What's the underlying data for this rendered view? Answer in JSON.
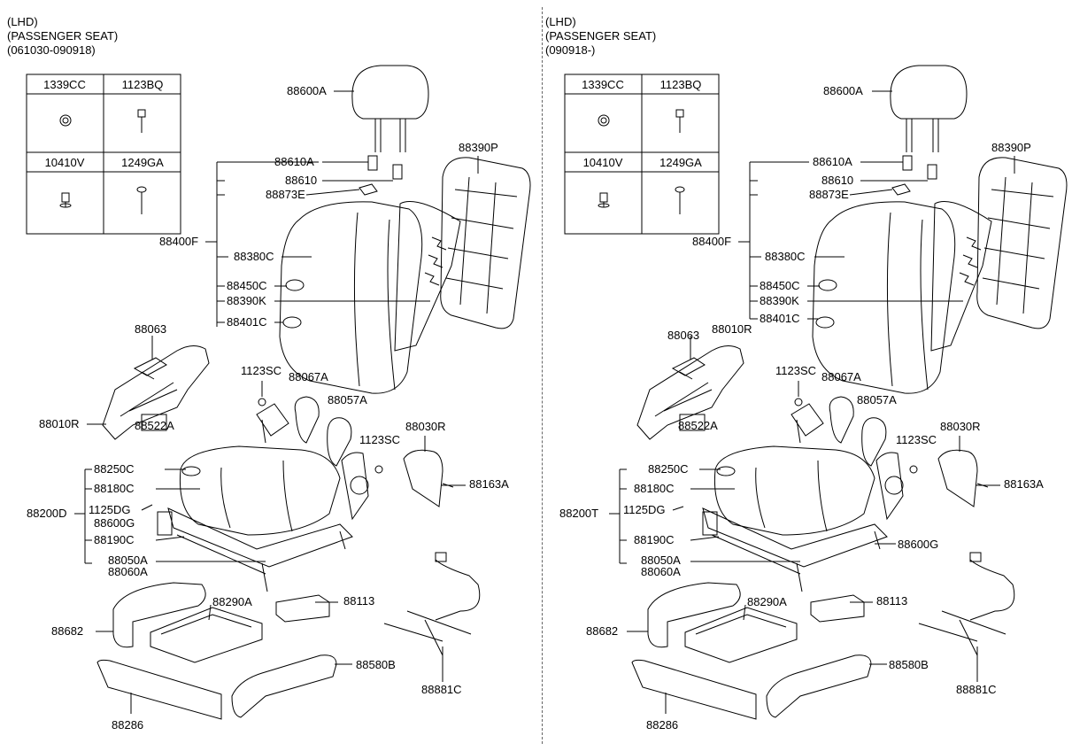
{
  "panels": [
    {
      "header": [
        "(LHD)",
        "(PASSENGER SEAT)",
        "(061030-090918)"
      ],
      "fasteners": [
        "1339CC",
        "1123BQ",
        "10410V",
        "1249GA"
      ],
      "labels": {
        "headrest": "88600A",
        "guide_a": "88610A",
        "guide": "88610",
        "clip": "88873E",
        "back_assy": "88400F",
        "back_cover": "88380C",
        "back_pad": "88450C",
        "back_heater": "88390K",
        "back_frame_sub": "88401C",
        "back_board": "88390P",
        "console": "88063",
        "side_cover": "88010R",
        "bracket": "88522A",
        "bolt1": "1123SC",
        "hinge_cover": "88067A",
        "recliner_cover": "88057A",
        "bolt2": "1123SC",
        "shield": "88030R",
        "screw": "88163A",
        "cushion_assy": "88200D",
        "cushion_cover": "88250C",
        "cushion_pad": "88180C",
        "bolt3": "1125DG",
        "track": "88600G",
        "heater": "88190C",
        "adjuster_a": "88050A",
        "adjuster_b": "88060A",
        "side_shield": "88682",
        "tray": "88290A",
        "bracket2": "88113",
        "front_trim": "88286",
        "side_trim": "88580B",
        "sensor": "88881C"
      }
    },
    {
      "header": [
        "(LHD)",
        "(PASSENGER SEAT)",
        "(090918-)"
      ],
      "fasteners": [
        "1339CC",
        "1123BQ",
        "10410V",
        "1249GA"
      ],
      "labels": {
        "headrest": "88600A",
        "guide_a": "88610A",
        "guide": "88610",
        "clip": "88873E",
        "back_assy": "88400F",
        "back_cover": "88380C",
        "back_pad": "88450C",
        "back_heater": "88390K",
        "back_frame_sub": "88401C",
        "back_board": "88390P",
        "console": "88063",
        "side_cover": "88010R",
        "bracket": "88522A",
        "bolt1": "1123SC",
        "hinge_cover": "88067A",
        "recliner_cover": "88057A",
        "bolt2": "1123SC",
        "shield": "88030R",
        "screw": "88163A",
        "cushion_assy": "88200T",
        "cushion_cover": "88250C",
        "cushion_pad": "88180C",
        "bolt3": "1125DG",
        "track": "88600G",
        "heater": "88190C",
        "adjuster_a": "88050A",
        "adjuster_b": "88060A",
        "side_shield": "88682",
        "tray": "88290A",
        "bracket2": "88113",
        "front_trim": "88286",
        "side_trim": "88580B",
        "sensor": "88881C"
      }
    }
  ]
}
